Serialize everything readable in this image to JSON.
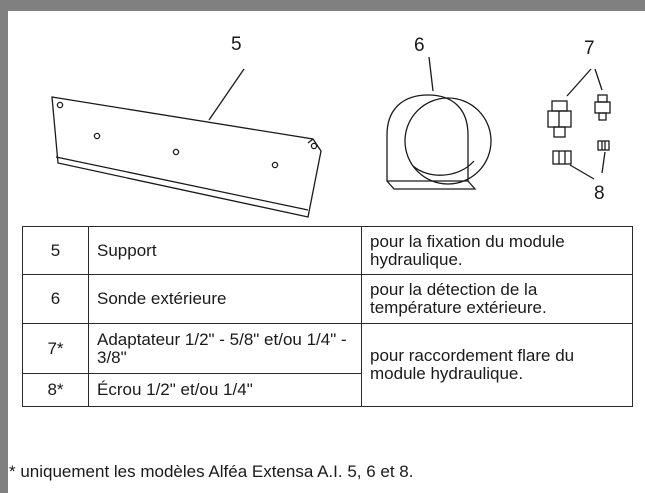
{
  "callouts": {
    "support": "5",
    "sensor": "6",
    "adapters": "7",
    "nuts": "8"
  },
  "table": {
    "rows": [
      {
        "num": "5",
        "name": "Support",
        "purpose": "pour la fixation du module hydraulique."
      },
      {
        "num": "6",
        "name": "Sonde extérieure",
        "purpose": "pour la détection de la température extérieure."
      },
      {
        "num": "7*",
        "name": "Adaptateur 1/2\" - 5/8\" et/ou 1/4\" - 3/8\""
      },
      {
        "num": "8*",
        "name": "Écrou 1/2\" et/ou 1/4\""
      }
    ],
    "shared_purpose": "pour raccordement flare du module hydraulique."
  },
  "footnote": "* uniquement les modèles Alféa Extensa A.I. 5, 6 et 8.",
  "colors": {
    "frame": "#808080",
    "line_art": "#1a1a1a"
  }
}
